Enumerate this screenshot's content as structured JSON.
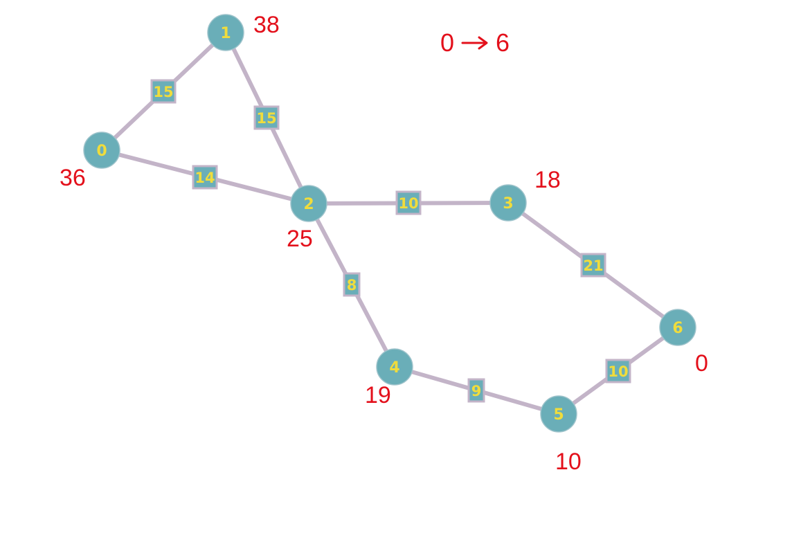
{
  "query": {
    "source": "0",
    "target": "6"
  },
  "nodes": [
    {
      "id": "0",
      "distance": "36"
    },
    {
      "id": "1",
      "distance": "38"
    },
    {
      "id": "2",
      "distance": "25"
    },
    {
      "id": "3",
      "distance": "18"
    },
    {
      "id": "4",
      "distance": "19"
    },
    {
      "id": "5",
      "distance": "10"
    },
    {
      "id": "6",
      "distance": "0"
    }
  ],
  "edges": [
    {
      "from": "0",
      "to": "1",
      "weight": "15"
    },
    {
      "from": "1",
      "to": "2",
      "weight": "15"
    },
    {
      "from": "0",
      "to": "2",
      "weight": "14"
    },
    {
      "from": "2",
      "to": "3",
      "weight": "10"
    },
    {
      "from": "2",
      "to": "4",
      "weight": "8"
    },
    {
      "from": "3",
      "to": "6",
      "weight": "21"
    },
    {
      "from": "4",
      "to": "5",
      "weight": "9"
    },
    {
      "from": "5",
      "to": "6",
      "weight": "10"
    }
  ],
  "colors": {
    "node_fill": "#6aaeb8",
    "label_text": "#f0dc3c",
    "edge": "#c3b4c8",
    "annotation": "#e3101b"
  }
}
